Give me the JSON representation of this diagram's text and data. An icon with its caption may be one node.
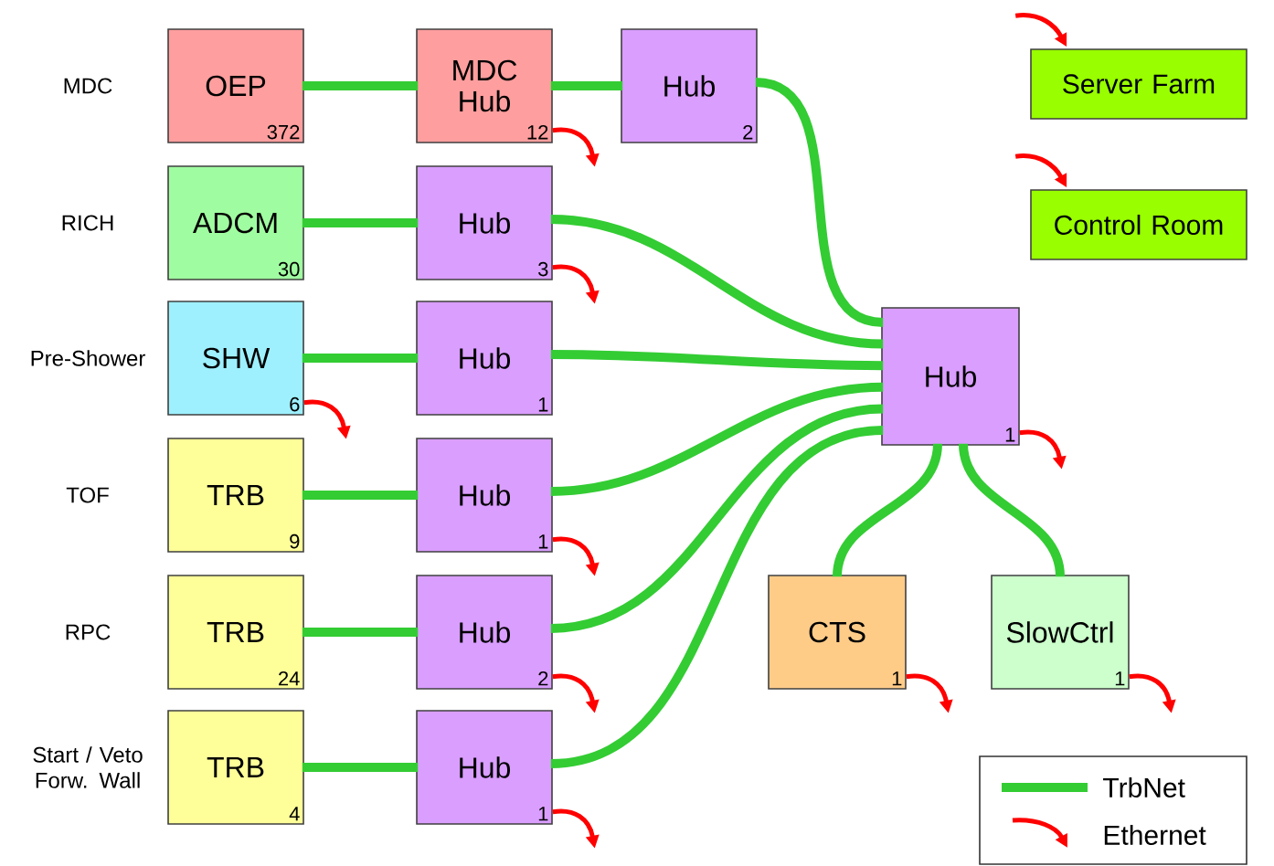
{
  "diagram": {
    "nodes": [
      {
        "text": [
          "OEP",
          "372"
        ]
      },
      {
        "text": [
          "MDC Hub",
          "12"
        ]
      },
      {
        "text": [
          "Hub",
          "2"
        ]
      },
      {
        "text": [
          "ADCM",
          "30"
        ]
      },
      {
        "text": [
          "Hub",
          "3"
        ]
      },
      {
        "text": [
          "SHW",
          "6"
        ]
      },
      {
        "text": [
          "Hub",
          "1"
        ]
      },
      {
        "text": [
          "TRB",
          "9"
        ]
      },
      {
        "text": [
          "Hub",
          "1"
        ]
      },
      {
        "text": [
          "TRB",
          "24"
        ]
      },
      {
        "text": [
          "Hub",
          "2"
        ]
      },
      {
        "text": [
          "TRB",
          "4"
        ]
      },
      {
        "text": [
          "Hub",
          "1"
        ]
      },
      {
        "text": [
          "Hub",
          "1"
        ]
      },
      {
        "text": [
          "CTS",
          "1"
        ]
      },
      {
        "text": [
          "SlowCtrl",
          "1"
        ]
      },
      {
        "text": [
          "Server Farm"
        ]
      },
      {
        "text": [
          "Control Room"
        ]
      }
    ],
    "edges": [
      {
        "from": 0,
        "to": 1,
        "arrow": "none"
      },
      {
        "from": 1,
        "to": 2,
        "arrow": "none"
      },
      {
        "from": 2,
        "to": 13,
        "arrow": "none"
      },
      {
        "from": 3,
        "to": 4,
        "arrow": "none"
      },
      {
        "from": 4,
        "to": 13,
        "arrow": "none"
      },
      {
        "from": 5,
        "to": 6,
        "arrow": "none"
      },
      {
        "from": 6,
        "to": 13,
        "arrow": "none"
      },
      {
        "from": 7,
        "to": 8,
        "arrow": "none"
      },
      {
        "from": 8,
        "to": 13,
        "arrow": "none"
      },
      {
        "from": 9,
        "to": 10,
        "arrow": "none"
      },
      {
        "from": 10,
        "to": 13,
        "arrow": "none"
      },
      {
        "from": 11,
        "to": 12,
        "arrow": "none"
      },
      {
        "from": 12,
        "to": 13,
        "arrow": "none"
      },
      {
        "from": 13,
        "to": 14,
        "arrow": "none"
      },
      {
        "from": 13,
        "to": 15,
        "arrow": "none"
      },
      {
        "from": 1,
        "to": null,
        "arrow": "to",
        "color": "#ff0000"
      },
      {
        "from": 4,
        "to": null,
        "arrow": "to",
        "color": "#ff0000"
      },
      {
        "from": 5,
        "to": null,
        "arrow": "to",
        "color": "#ff0000"
      },
      {
        "from": 8,
        "to": null,
        "arrow": "to",
        "color": "#ff0000"
      },
      {
        "from": 10,
        "to": null,
        "arrow": "to",
        "color": "#ff0000"
      },
      {
        "from": 12,
        "to": null,
        "arrow": "to",
        "color": "#ff0000"
      },
      {
        "from": 13,
        "to": null,
        "arrow": "to",
        "color": "#ff0000"
      },
      {
        "from": 14,
        "to": null,
        "arrow": "to",
        "color": "#ff0000"
      },
      {
        "from": 15,
        "to": null,
        "arrow": "to",
        "color": "#ff0000"
      },
      {
        "from": null,
        "to": 16,
        "arrow": "to",
        "color": "#ff0000"
      },
      {
        "from": null,
        "to": 17,
        "arrow": "to",
        "color": "#ff0000"
      }
    ],
    "labels": [
      "MDC",
      "RICH",
      "Pre-Shower",
      "TOF",
      "RPC",
      "Start / Veto Forw. Wall"
    ],
    "legend": [
      {
        "text": "TrbNet"
      },
      {
        "text": "Ethernet"
      }
    ]
  }
}
